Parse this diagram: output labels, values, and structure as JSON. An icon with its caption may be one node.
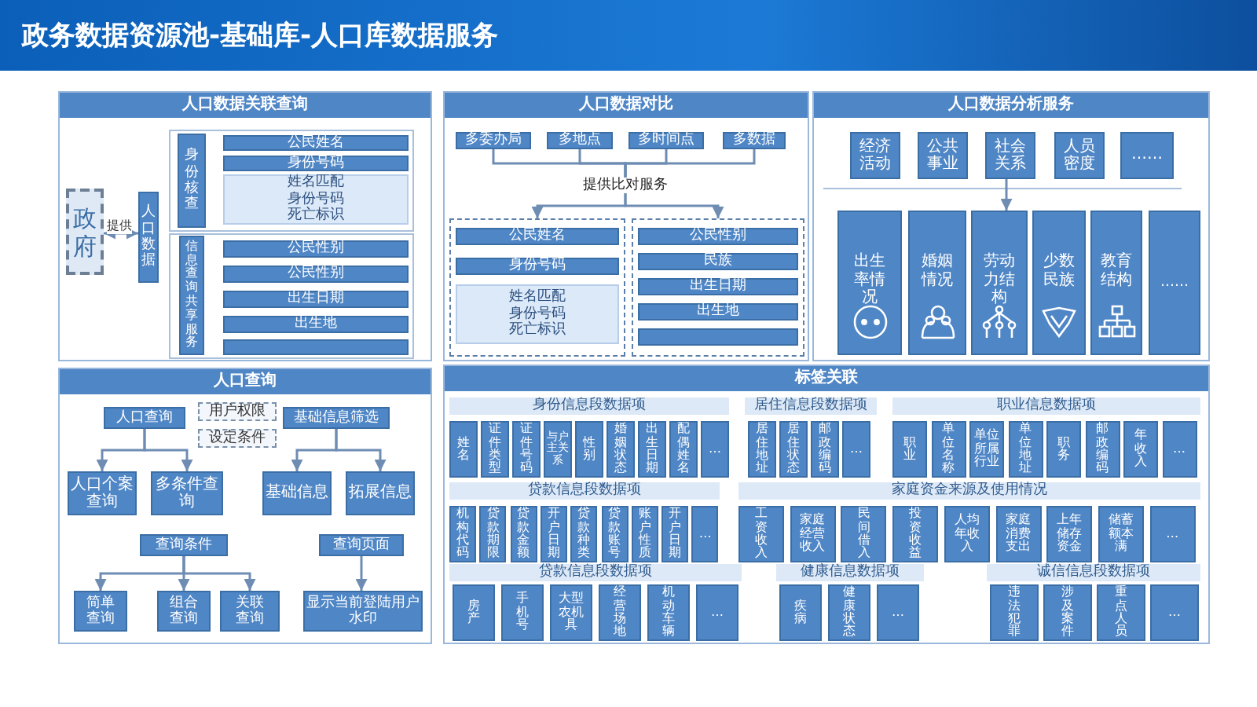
{
  "diagram": {
    "title": "政务数据资源池-基础库-人口库数据服务",
    "nodes": [
      {
        "text": [
          "人口数据关联查询"
        ]
      },
      {
        "text": [
          "政府"
        ],
        "in": 0
      },
      {
        "text": [
          "人口数据"
        ],
        "in": 0
      },
      {
        "text": [
          "身份核查"
        ],
        "in": 0
      },
      {
        "text": [
          "公民姓名"
        ],
        "in": 0
      },
      {
        "text": [
          "身份号码"
        ],
        "in": 0
      },
      {
        "text": [
          "姓名匹配身份号码死亡标识"
        ],
        "in": 0
      },
      {
        "text": [
          "信息查询共享服务"
        ],
        "in": 0
      },
      {
        "text": [
          "公民性别"
        ],
        "in": 0
      },
      {
        "text": [
          "公民性别"
        ],
        "in": 0
      },
      {
        "text": [
          "出生日期"
        ],
        "in": 0
      },
      {
        "text": [
          "出生地"
        ],
        "in": 0
      },
      {
        "text": [],
        "shape": "bar",
        "in": 0
      },
      {
        "text": [
          "人口数据对比"
        ]
      },
      {
        "text": [
          "多委办局"
        ],
        "in": 13
      },
      {
        "text": [
          "多地点"
        ],
        "in": 13
      },
      {
        "text": [
          "多时间点"
        ],
        "in": 13
      },
      {
        "text": [
          "多数据"
        ],
        "in": 13
      },
      {
        "text": [
          "提供比对服务"
        ],
        "in": 13
      },
      {
        "text": [],
        "shape": "box",
        "in": 13
      },
      {
        "text": [
          "公民姓名"
        ],
        "in": 19
      },
      {
        "text": [
          "身份号码"
        ],
        "in": 19
      },
      {
        "text": [
          "姓名匹配身份号码死亡标识"
        ],
        "in": 19
      },
      {
        "text": [],
        "shape": "box",
        "in": 13
      },
      {
        "text": [
          "公民性别"
        ],
        "in": 23
      },
      {
        "text": [
          "民族"
        ],
        "in": 23
      },
      {
        "text": [
          "出生日期"
        ],
        "in": 23
      },
      {
        "text": [
          "出生地"
        ],
        "in": 23
      },
      {
        "text": [],
        "shape": "bar",
        "in": 23
      },
      {
        "text": [
          "人口数据分析服务"
        ]
      },
      {
        "text": [
          "经济活动"
        ],
        "in": 29
      },
      {
        "text": [
          "公共事业"
        ],
        "in": 29
      },
      {
        "text": [
          "社会关系"
        ],
        "in": 29
      },
      {
        "text": [
          "人员密度"
        ],
        "in": 29
      },
      {
        "text": [
          "……"
        ],
        "in": 29
      },
      {
        "text": [
          "出生率情况"
        ],
        "in": 29
      },
      {
        "text": [
          "婚姻情况"
        ],
        "in": 29
      },
      {
        "text": [
          "劳动力结构"
        ],
        "in": 29
      },
      {
        "text": [
          "少数民族"
        ],
        "in": 29
      },
      {
        "text": [
          "教育结构"
        ],
        "in": 29
      },
      {
        "text": [
          "……"
        ],
        "in": 29
      },
      {
        "text": [
          "人口查询"
        ]
      },
      {
        "text": [
          "人口查询"
        ],
        "in": 41
      },
      {
        "text": [
          "用户权限"
        ],
        "in": 41
      },
      {
        "text": [
          "设定条件"
        ],
        "in": 41
      },
      {
        "text": [
          "基础信息筛选"
        ],
        "in": 41
      },
      {
        "text": [
          "人口个案查询"
        ],
        "in": 41
      },
      {
        "text": [
          "多条件查询"
        ],
        "in": 41
      },
      {
        "text": [
          "基础信息"
        ],
        "in": 41
      },
      {
        "text": [
          "拓展信息"
        ],
        "in": 41
      },
      {
        "text": [
          "查询条件"
        ],
        "in": 41
      },
      {
        "text": [
          "查询页面"
        ],
        "in": 41
      },
      {
        "text": [
          "简单查询"
        ],
        "in": 41
      },
      {
        "text": [
          "组合查询"
        ],
        "in": 41
      },
      {
        "text": [
          "关联查询"
        ],
        "in": 41
      },
      {
        "text": [
          "显示当前登陆用户水印"
        ],
        "in": 41
      },
      {
        "text": [
          "标签关联"
        ]
      },
      {
        "text": [
          "身份信息段数据项"
        ],
        "in": 56
      },
      {
        "text": [
          "姓名"
        ],
        "in": 56
      },
      {
        "text": [
          "证件类型"
        ],
        "in": 56
      },
      {
        "text": [
          "证件号码"
        ],
        "in": 56
      },
      {
        "text": [
          "与户主关系"
        ],
        "in": 56
      },
      {
        "text": [
          "性别"
        ],
        "in": 56
      },
      {
        "text": [
          "婚姻状态"
        ],
        "in": 56
      },
      {
        "text": [
          "出生日期"
        ],
        "in": 56
      },
      {
        "text": [
          "配偶姓名"
        ],
        "in": 56
      },
      {
        "text": [
          "…"
        ],
        "in": 56
      },
      {
        "text": [
          "居住信息段数据项"
        ],
        "in": 56
      },
      {
        "text": [
          "居住地址"
        ],
        "in": 56
      },
      {
        "text": [
          "居住状态"
        ],
        "in": 56
      },
      {
        "text": [
          "邮政编码"
        ],
        "in": 56
      },
      {
        "text": [
          "…"
        ],
        "in": 56
      },
      {
        "text": [
          "职业信息数据项"
        ],
        "in": 56
      },
      {
        "text": [
          "职业"
        ],
        "in": 56
      },
      {
        "text": [
          "单位名称"
        ],
        "in": 56
      },
      {
        "text": [
          "单位所属行业"
        ],
        "in": 56
      },
      {
        "text": [
          "单位地址"
        ],
        "in": 56
      },
      {
        "text": [
          "职务"
        ],
        "in": 56
      },
      {
        "text": [
          "邮政编码"
        ],
        "in": 56
      },
      {
        "text": [
          "年收入"
        ],
        "in": 56
      },
      {
        "text": [
          "…"
        ],
        "in": 56
      },
      {
        "text": [
          "贷款信息段数据项"
        ],
        "in": 56
      },
      {
        "text": [
          "机构代码"
        ],
        "in": 56
      },
      {
        "text": [
          "贷款期限"
        ],
        "in": 56
      },
      {
        "text": [
          "贷款金额"
        ],
        "in": 56
      },
      {
        "text": [
          "开户日期"
        ],
        "in": 56
      },
      {
        "text": [
          "贷款种类"
        ],
        "in": 56
      },
      {
        "text": [
          "贷款账号"
        ],
        "in": 56
      },
      {
        "text": [
          "账户性质"
        ],
        "in": 56
      },
      {
        "text": [
          "开户日期"
        ],
        "in": 56
      },
      {
        "text": [
          "…"
        ],
        "in": 56
      },
      {
        "text": [
          "家庭资金来源及使用情况"
        ],
        "in": 56
      },
      {
        "text": [
          "工资收入"
        ],
        "in": 56
      },
      {
        "text": [
          "家庭经营收入"
        ],
        "in": 56
      },
      {
        "text": [
          "民间借入"
        ],
        "in": 56
      },
      {
        "text": [
          "投资收益"
        ],
        "in": 56
      },
      {
        "text": [
          "人均年收入"
        ],
        "in": 56
      },
      {
        "text": [
          "家庭消费支出"
        ],
        "in": 56
      },
      {
        "text": [
          "上年储存资金"
        ],
        "in": 56
      },
      {
        "text": [
          "储蓄额本满"
        ],
        "in": 56
      },
      {
        "text": [
          "…"
        ],
        "in": 56
      },
      {
        "text": [
          "贷款信息段数据项"
        ],
        "in": 56
      },
      {
        "text": [
          "房产"
        ],
        "in": 56
      },
      {
        "text": [
          "手机号"
        ],
        "in": 56
      },
      {
        "text": [
          "大型农机具"
        ],
        "in": 56
      },
      {
        "text": [
          "经营场地"
        ],
        "in": 56
      },
      {
        "text": [
          "机动车辆"
        ],
        "in": 56
      },
      {
        "text": [
          "…"
        ],
        "in": 56
      },
      {
        "text": [
          "健康信息数据项"
        ],
        "in": 56
      },
      {
        "text": [
          "疾病"
        ],
        "in": 56
      },
      {
        "text": [
          "健康状态"
        ],
        "in": 56
      },
      {
        "text": [
          "…"
        ],
        "in": 56
      },
      {
        "text": [
          "诚信信息段数据项"
        ],
        "in": 56
      },
      {
        "text": [
          "违法犯罪"
        ],
        "in": 56
      },
      {
        "text": [
          "涉及案件"
        ],
        "in": 56
      },
      {
        "text": [
          "重点人员"
        ],
        "in": 56
      },
      {
        "text": [
          "…"
        ],
        "in": 56
      }
    ],
    "edges": [
      {
        "from": 1,
        "to": 2,
        "arrow": "both",
        "label": "提供"
      },
      {
        "from": 14,
        "to": 18,
        "arrow": "none"
      },
      {
        "from": 15,
        "to": 18,
        "arrow": "none"
      },
      {
        "from": 16,
        "to": 18,
        "arrow": "none"
      },
      {
        "from": 17,
        "to": 18,
        "arrow": "none"
      },
      {
        "from": 18,
        "to": 19,
        "arrow": "to"
      },
      {
        "from": 18,
        "to": 23,
        "arrow": "to"
      },
      {
        "from": 32,
        "to": 37,
        "arrow": "to"
      },
      {
        "from": 42,
        "to": 46,
        "arrow": "to"
      },
      {
        "from": 42,
        "to": 47,
        "arrow": "to"
      },
      {
        "from": 45,
        "to": 48,
        "arrow": "to"
      },
      {
        "from": 45,
        "to": 49,
        "arrow": "to"
      },
      {
        "from": 50,
        "to": 52,
        "arrow": "to"
      },
      {
        "from": 50,
        "to": 53,
        "arrow": "to"
      },
      {
        "from": 50,
        "to": 54,
        "arrow": "to"
      },
      {
        "from": 51,
        "to": 55,
        "arrow": "to"
      }
    ]
  }
}
